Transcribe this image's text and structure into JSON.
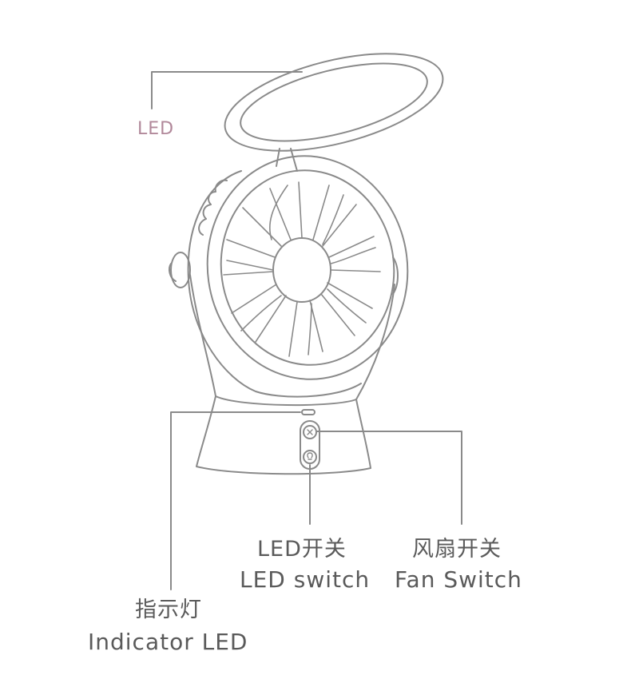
{
  "labels": {
    "led": "LED",
    "led_switch_cn": "LED开关",
    "led_switch_en": "LED switch",
    "fan_switch_cn": "风扇开关",
    "fan_switch_en": "Fan Switch",
    "indicator_cn": "指示灯",
    "indicator_en": "Indicator LED"
  },
  "colors": {
    "line": "#8a8a8a",
    "led_label": "#b1889a",
    "text": "#5a5a5a"
  }
}
